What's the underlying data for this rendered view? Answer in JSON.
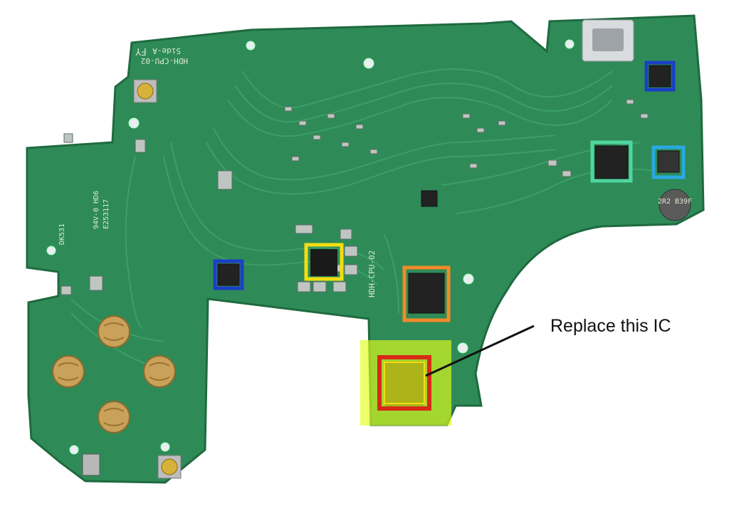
{
  "annotation": {
    "callout_text": "Replace this IC"
  },
  "board_markings": {
    "board_id": "HDH-CPU-02",
    "side": "Side-A",
    "corner_mark": "FY",
    "cert_1": "94V-0 HD6",
    "cert_2": "E253117",
    "cert_3": "DK531",
    "inductor_code": "2R2 B39F"
  },
  "highlight_colors": {
    "board": "#2e8b57",
    "yellow_box": "#f2dd12",
    "blue_box": "#1c3fc4",
    "green_box": "#4fd6a0",
    "cyan_box": "#2aa8df",
    "orange_box": "#f28a2a",
    "red_box": "#d82a16",
    "yellow_fill": "#e2ff1a"
  }
}
